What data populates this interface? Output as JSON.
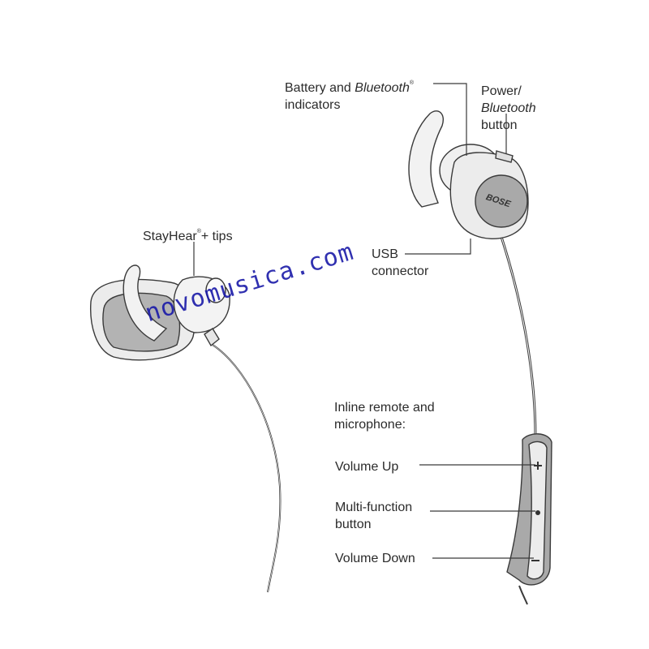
{
  "labels": {
    "battery_line1_a": "Battery and ",
    "battery_line1_b": "Bluetooth",
    "battery_mark": "®",
    "battery_line2": "indicators",
    "power_line1": "Power/",
    "power_line2": "Bluetooth",
    "power_line3": "button",
    "stayhear_a": "StayHear",
    "stayhear_mark": "®",
    "stayhear_b": "+ tips",
    "usb_line1": "USB",
    "usb_line2": "connector",
    "remote_line1": "Inline remote and",
    "remote_line2": "microphone:",
    "volume_up": "Volume Up",
    "multi_line1": "Multi-function",
    "multi_line2": "button",
    "volume_down": "Volume Down"
  },
  "logo": "BOSE",
  "watermark": "novomusica.com",
  "colors": {
    "line": "#3a3a3a",
    "body": "#ececec",
    "accent": "#a9a9a9",
    "watermark": "#1a1aa8"
  }
}
